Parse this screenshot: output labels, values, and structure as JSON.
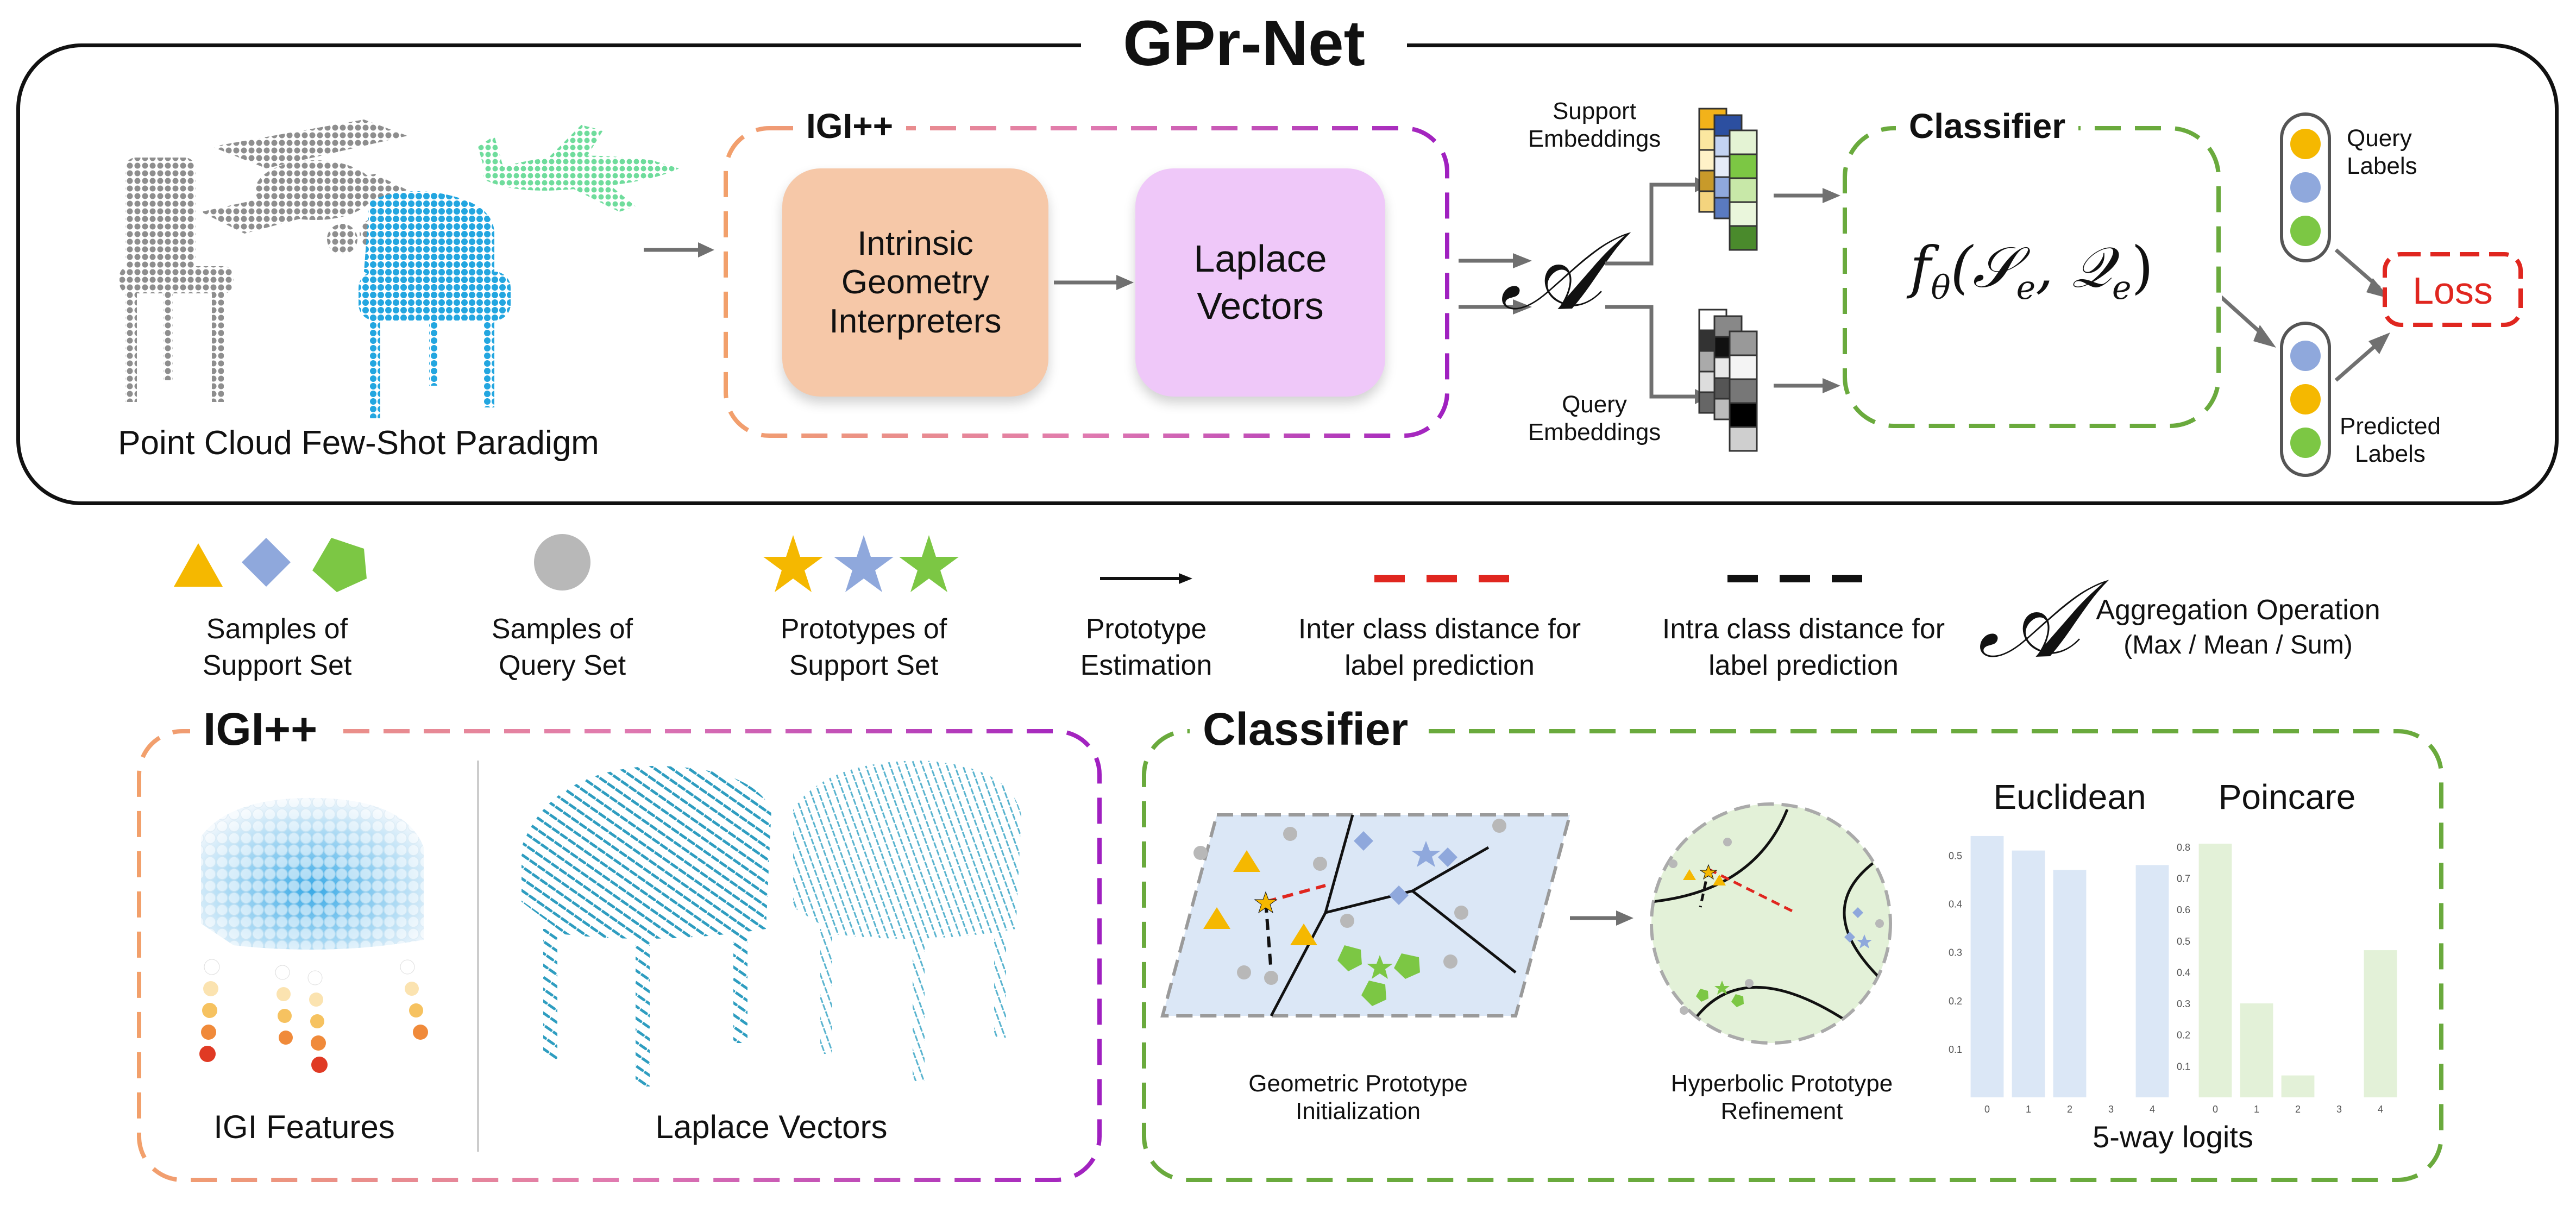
{
  "title": "GPr-Net",
  "top": {
    "paradigm_label": "Point Cloud Few-Shot Paradigm",
    "igi_title": "IGI++",
    "igi_box_label": "Intrinsic Geometry Interpreters",
    "laplace_box_label": "Laplace Vectors",
    "aggregation_symbol": "𝒜",
    "support_embeddings_label": "Support Embeddings",
    "query_embeddings_label": "Query Embeddings",
    "classifier_title": "Classifier",
    "classifier_formula": "f",
    "classifier_formula_sub": "θ",
    "classifier_formula_args": "(𝒮",
    "classifier_formula_arg1_sub": "e",
    "classifier_formula_sep": ", 𝒬",
    "classifier_formula_arg2_sub": "e",
    "classifier_formula_close": ")",
    "query_labels": "Query Labels",
    "predicted_labels": "Predicted Labels",
    "loss_label": "Loss"
  },
  "legend": {
    "support_samples": "Samples of Support Set",
    "query_samples": "Samples of Query Set",
    "prototypes": "Prototypes of Support Set",
    "prototype_estimation": "Prototype Estimation",
    "inter_class": "Inter class distance for label prediction",
    "intra_class": "Intra class distance for label prediction",
    "aggregation_symbol": "𝒜",
    "aggregation": "Aggregation Operation",
    "aggregation_options": "(Max / Mean / Sum)"
  },
  "bottom_left": {
    "title": "IGI++",
    "igi_features": "IGI Features",
    "laplace_vectors": "Laplace Vectors"
  },
  "bottom_right": {
    "title": "Classifier",
    "geometric_init": "Geometric Prototype Initialization",
    "hyperbolic_refine": "Hyperbolic Prototype Refinement",
    "logits_label": "5-way logits"
  },
  "colors": {
    "yellow": "#f5b800",
    "blue": "#8fa8dc",
    "green": "#7cc744",
    "gray": "#b8b8b8",
    "red": "#e0261f",
    "igi_orange": "#f6c8a8",
    "laplace_pink": "#efc8f9",
    "classifier_green": "#6aaa3d",
    "igi_border_start": "#f2a06b",
    "igi_border_end": "#a020c0"
  },
  "chart_data": [
    {
      "type": "bar",
      "title": "Euclidean",
      "categories": [
        "0",
        "1",
        "2",
        "3",
        "4"
      ],
      "values": [
        0.54,
        0.51,
        0.47,
        0.0,
        0.48
      ],
      "ylim": [
        0,
        0.55
      ],
      "yticks": [
        "0.1",
        "0.2",
        "0.3",
        "0.4",
        "0.5"
      ],
      "color": "#dbe7f6"
    },
    {
      "type": "bar",
      "title": "Poincare",
      "categories": [
        "0",
        "1",
        "2",
        "3",
        "4"
      ],
      "values": [
        0.81,
        0.3,
        0.07,
        0.0,
        0.47
      ],
      "ylim": [
        0,
        0.85
      ],
      "yticks": [
        "0.1",
        "0.2",
        "0.3",
        "0.4",
        "0.5",
        "0.6",
        "0.7",
        "0.8"
      ],
      "color": "#e3f1d8"
    }
  ]
}
